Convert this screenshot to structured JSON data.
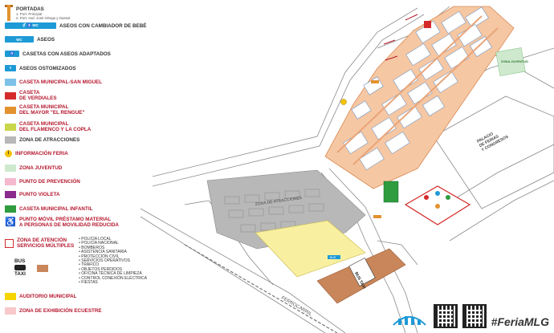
{
  "legend": {
    "portadas": {
      "title": "PORTADAS",
      "line1": "1. Port. Principal",
      "line2": "2. Port. Avd. José Ortega y Gasset"
    },
    "aseos_bebe": {
      "title": "ASEOS CON CAMBIADOR DE BEBÉ"
    },
    "aseos": {
      "title": "ASEOS",
      "icon_text": "WC"
    },
    "casetas_adaptados": {
      "title": "CASETAS CON ASEOS ADAPTADOS"
    },
    "ostomizados": {
      "title": "ASEOS OSTOMIZADOS"
    },
    "municipal_miguel": {
      "title": "CASETA MUNICIPAL-SAN MIGUEL"
    },
    "verdiales": {
      "title1": "CASETA",
      "title2": "DE VERDIALES"
    },
    "rengue": {
      "title1": "CASETA MUNICIPAL",
      "title2": "DEL MAYOR \"EL RENGUE\""
    },
    "flamenco": {
      "title1": "CASETA MUNICIPAL",
      "title2": "DEL FLAMENCO Y LA COPLA"
    },
    "atracciones": {
      "title": "ZONA DE ATRACCIONES"
    },
    "informacion": {
      "title": "INFORMACIÓN FERIA"
    },
    "juventud": {
      "title": "ZONA JUVENTUD"
    },
    "prevencion": {
      "title": "PUNTO DE PREVENCIÓN"
    },
    "violeta": {
      "title": "PUNTO VIOLETA"
    },
    "infantil": {
      "title": "CASETA MUNICIPAL INFANTIL"
    },
    "movilidad": {
      "title1": "PUNTO MÓVIL PRÉSTAMO MATERIAL",
      "title2": "A PERSONAS DE MOVILIDAD REDUCIDA"
    },
    "atencion": {
      "title1": "ZONA DE ATENCIÓN",
      "title2": "SERVICIOS MÚLTIPLES",
      "items": [
        "• POLICÍA LOCAL",
        "• POLICÍA NACIONAL",
        "• BOMBEROS",
        "• ASISTENCIA SANITARIA",
        "• PROTECCIÓN CIVIL",
        "• SERVICIOS OPERATIVOS",
        "• TRÁFICO",
        "• OBJETOS PERDIDOS",
        "• OFICINA TÉCNICA DE LIMPIEZA",
        "• CONTROL CONEXIÓN ELÉCTRICA",
        "• FIESTAS"
      ]
    },
    "bustaxi": {
      "bus": "BUS",
      "taxi": "TAXI"
    },
    "auditorio": {
      "title": "AUDITORIO MUNICIPAL"
    },
    "ecuestre": {
      "title": "ZONA DE EXHIBICIÓN ECUESTRE"
    }
  },
  "map": {
    "atracciones_label": "ZONA DE ATRACCIONES",
    "juventud_label": "ZONA JUVENTUD",
    "palacio_label1": "PALACIO",
    "palacio_label2": "DE FERIAS",
    "palacio_label3": "Y CONGRESOS",
    "ferrocarril": "FERROCARRIL",
    "bus_taxi": "BUS TAXI",
    "bus_stop": "BUS"
  },
  "footer": {
    "hashtag": "#FeriaMLG"
  },
  "colors": {
    "feria": "#f6c7a3",
    "atracciones": "#b8b8b8",
    "yellow": "#f8f0a0",
    "brown": "#c8865a",
    "red": "#d42a2a",
    "blue": "#1e9ad6",
    "green": "#2e9c3f",
    "juventud": "#cfe9cf",
    "pink": "#f4b8cf",
    "violet": "#8a2a8c"
  }
}
